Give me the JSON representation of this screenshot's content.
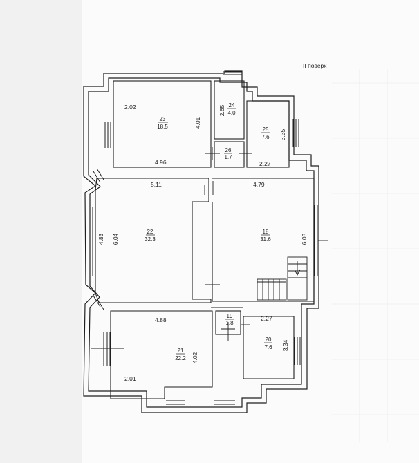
{
  "floor_label": "II поверх",
  "rooms": [
    {
      "id": "23",
      "area": "18.5"
    },
    {
      "id": "24",
      "area": "4.0"
    },
    {
      "id": "25",
      "area": "7.6"
    },
    {
      "id": "26",
      "area": "1.7"
    },
    {
      "id": "22",
      "area": "32.3"
    },
    {
      "id": "18",
      "area": "31.6"
    },
    {
      "id": "19",
      "area": "1.8"
    },
    {
      "id": "20",
      "area": "7.6"
    },
    {
      "id": "21",
      "area": "22.2"
    }
  ],
  "dimensions": [
    "2.02",
    "4.01",
    "2.65",
    "3.35",
    "4.96",
    "2.27",
    "5.11",
    "4.79",
    "4.83",
    "6.04",
    "6.03",
    "4.88",
    "2.27",
    "3.34",
    "4.02",
    "2.01"
  ]
}
